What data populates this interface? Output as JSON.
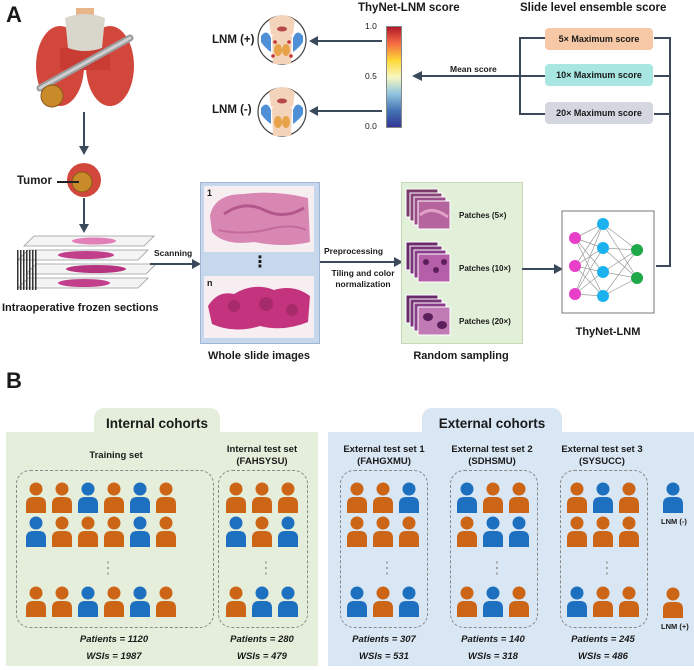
{
  "panel_a": {
    "letter": "A",
    "tumor_label": "Tumor",
    "frozen_label": "Intraoperative frozen sections",
    "scanning_label": "Scanning",
    "wsi_label": "Whole slide images",
    "wsi_index_1": "1",
    "wsi_index_n": "n",
    "wsi_dots": "⋮",
    "preprocessing_label": "Preprocessing",
    "tiling_label_1": "Tiling and color",
    "tiling_label_2": "normalization",
    "random_sampling_label": "Random sampling",
    "patches": [
      "Patches (5×)",
      "Patches (10×)",
      "Patches (20×)"
    ],
    "model_label": "ThyNet-LNM",
    "score_title": "ThyNet-LNM score",
    "colorbar_ticks": [
      "1.0",
      "0.5",
      "0.0"
    ],
    "lnm_pos": "LNM (+)",
    "lnm_neg": "LNM (-)",
    "ensemble_title": "Slide level ensemble score",
    "mean_score_label": "Mean score",
    "ensemble_boxes": [
      {
        "label": "5× Maximum score",
        "color": "#f6c8a5"
      },
      {
        "label": "10× Maximum score",
        "color": "#a8e6e2"
      },
      {
        "label": "20× Maximum score",
        "color": "#d4d6e0"
      }
    ]
  },
  "panel_b": {
    "letter": "B",
    "internal_title": "Internal cohorts",
    "external_title": "External cohorts",
    "sets": [
      {
        "title_1": "Training set",
        "title_2": "",
        "patients": "Patients = 1120",
        "wsis": "WSIs = 1987"
      },
      {
        "title_1": "Internal test set",
        "title_2": "(FAHSYSU)",
        "patients": "Patients = 280",
        "wsis": "WSIs = 479"
      },
      {
        "title_1": "External test set 1",
        "title_2": "(FAHGXMU)",
        "patients": "Patients = 307",
        "wsis": "WSIs = 531"
      },
      {
        "title_1": "External test set 2",
        "title_2": "(SDHSMU)",
        "patients": "Patients = 140",
        "wsis": "WSIs = 318"
      },
      {
        "title_1": "External test set 3",
        "title_2": "(SYSUCC)",
        "patients": "Patients = 245",
        "wsis": "WSIs = 486"
      }
    ],
    "legend_neg": "LNM (-)",
    "legend_pos": "LNM (+)",
    "dots": "⋮"
  },
  "colors": {
    "orange_person": "#cc6516",
    "blue_person": "#1d6fbf",
    "internal_bg": "#e4eedb",
    "external_bg": "#d9e6f3",
    "arrow": "#3a4a5a"
  }
}
